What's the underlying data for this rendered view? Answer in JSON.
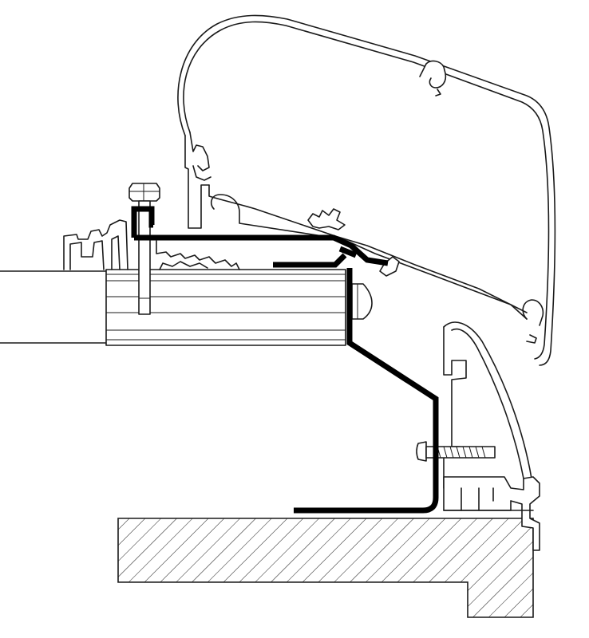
{
  "diagram": {
    "kind": "cross-section drawing",
    "parts": [
      "awning-housing-profile",
      "adapter-bracket",
      "roof-rail",
      "clamp-block",
      "mounting-bolt",
      "fixing-screw",
      "hatched-wall"
    ]
  },
  "colors": {
    "line": "#1a1a1a",
    "bracket": "#000000",
    "background": "#ffffff"
  }
}
